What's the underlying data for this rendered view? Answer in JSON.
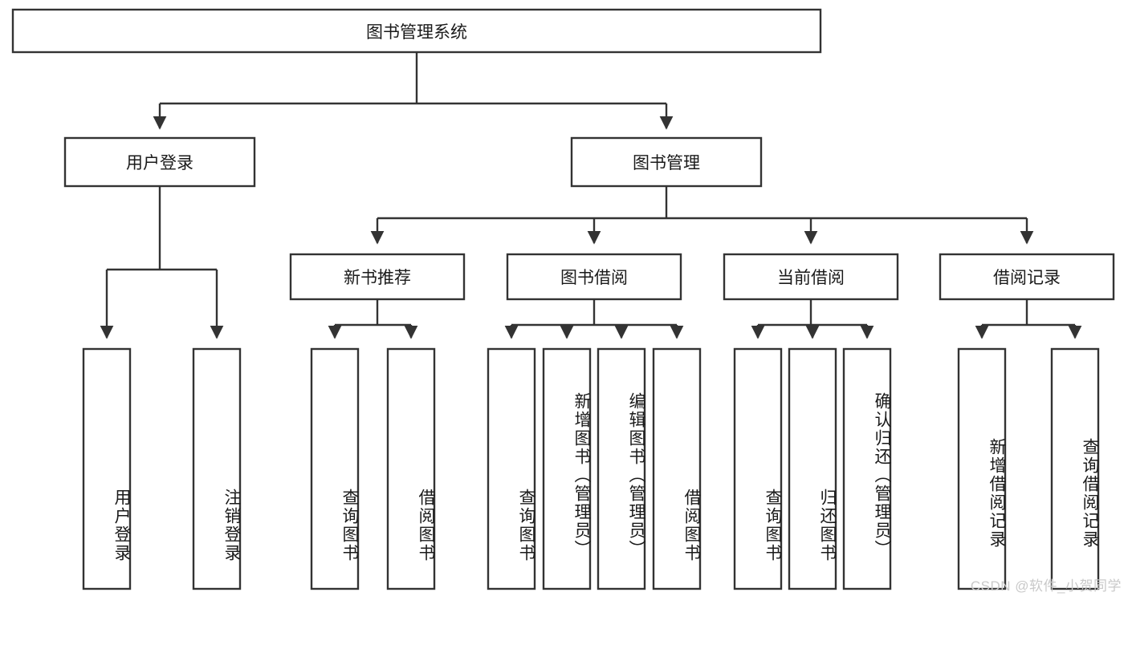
{
  "diagram": {
    "type": "tree",
    "title": "图书管理系统",
    "root": {
      "id": "root",
      "label": "图书管理系统",
      "orientation": "horizontal"
    },
    "level1": [
      {
        "id": "user-login",
        "label": "用户登录",
        "orientation": "horizontal"
      },
      {
        "id": "book-manage",
        "label": "图书管理",
        "orientation": "horizontal"
      }
    ],
    "level2": [
      {
        "id": "new-book-recommend",
        "label": "新书推荐",
        "orientation": "horizontal",
        "parent": "book-manage"
      },
      {
        "id": "book-borrow",
        "label": "图书借阅",
        "orientation": "horizontal",
        "parent": "book-manage"
      },
      {
        "id": "current-borrow",
        "label": "当前借阅",
        "orientation": "horizontal",
        "parent": "book-manage"
      },
      {
        "id": "borrow-record",
        "label": "借阅记录",
        "orientation": "horizontal",
        "parent": "book-manage"
      }
    ],
    "leaves": [
      {
        "id": "leaf-user-login",
        "label": "用户登录",
        "parent": "user-login",
        "orientation": "vertical"
      },
      {
        "id": "leaf-user-logout",
        "label": "注销登录",
        "parent": "user-login",
        "orientation": "vertical"
      },
      {
        "id": "leaf-query-book-1",
        "label": "查询图书",
        "parent": "new-book-recommend",
        "orientation": "vertical"
      },
      {
        "id": "leaf-borrow-book-1",
        "label": "借阅图书",
        "parent": "new-book-recommend",
        "orientation": "vertical"
      },
      {
        "id": "leaf-query-book-2",
        "label": "查询图书",
        "parent": "book-borrow",
        "orientation": "vertical"
      },
      {
        "id": "leaf-add-book",
        "label": "新增图书（管理员）",
        "parent": "book-borrow",
        "orientation": "vertical"
      },
      {
        "id": "leaf-edit-book",
        "label": "编辑图书（管理员）",
        "parent": "book-borrow",
        "orientation": "vertical"
      },
      {
        "id": "leaf-borrow-book-2",
        "label": "借阅图书",
        "parent": "book-borrow",
        "orientation": "vertical"
      },
      {
        "id": "leaf-query-book-3",
        "label": "查询图书",
        "parent": "current-borrow",
        "orientation": "vertical"
      },
      {
        "id": "leaf-return-book",
        "label": "归还图书",
        "parent": "current-borrow",
        "orientation": "vertical"
      },
      {
        "id": "leaf-confirm-return",
        "label": "确认归还（管理员）",
        "parent": "current-borrow",
        "orientation": "vertical"
      },
      {
        "id": "leaf-add-record",
        "label": "新增借阅记录",
        "parent": "borrow-record",
        "orientation": "vertical"
      },
      {
        "id": "leaf-query-record",
        "label": "查询借阅记录",
        "parent": "borrow-record",
        "orientation": "vertical"
      }
    ],
    "colors": {
      "stroke": "#333333",
      "fill": "#ffffff",
      "text": "#1a1a1a",
      "background": "#ffffff",
      "watermark": "#c9c9c9"
    }
  },
  "watermark": {
    "text": "CSDN @软件_小贺同学"
  }
}
